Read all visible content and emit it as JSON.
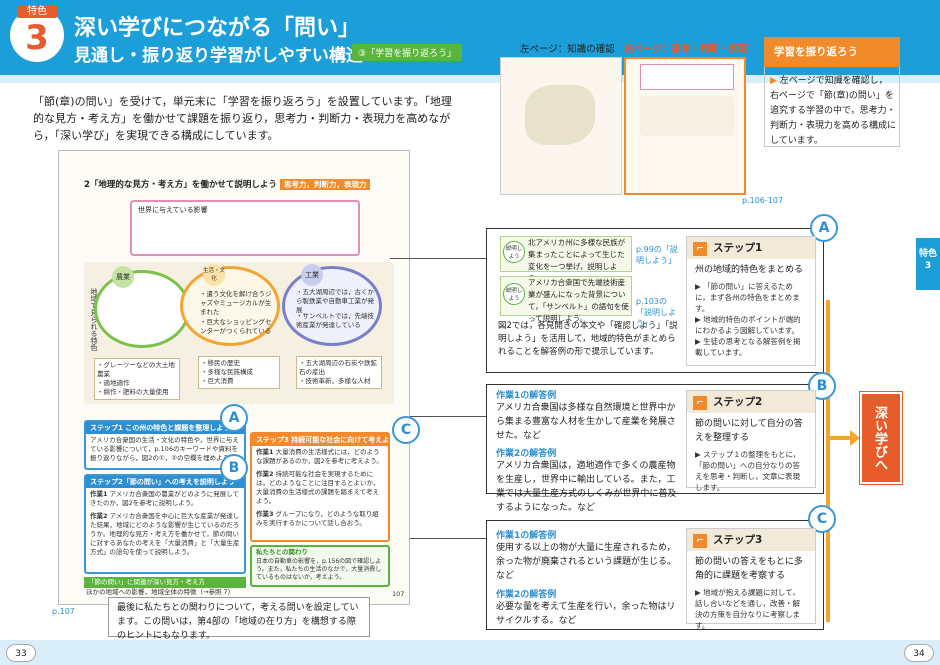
{
  "header": {
    "feature_label": "特色",
    "feature_number": "3",
    "title": "深い学びにつながる「問い」",
    "subtitle": "見通し・振り返り学習がしやすい構造",
    "tag": "③「学習を振り返ろう」"
  },
  "intro": "「節(章)の問い」を受けて，単元末に「学習を振り返ろう」を設置しています。「地理的な見方・考え方」を働かせて課題を振り返り，思考力・判断力・表現力を高めながら，「深い学び」を実現できる構成にしています。",
  "left_spread": {
    "bar_title": "2「地理的な見方・考え方」を働かせて説明しよう",
    "bar_tags": [
      "思考力，判断力，表現力"
    ],
    "pink_box": "世界に与えている影響",
    "diagram_labels": [
      "農業",
      "生活・文化",
      "工業"
    ],
    "side_label": "地域で見られる特色",
    "diagram_notes": [
      "・遣う文化を解け合うジャズやミュージカルが生まれた",
      "・巨大なショッピングセンターがつくられている",
      "・五大湖周辺では，古くから製鉄業や自動車工業が発展",
      "・サンベルトでは，先端技術産業が発達している"
    ],
    "lower_notes": [
      "・グレーツーなどの大土地農業",
      "・適地適作",
      "・綿作・肥料の大量使用"
    ],
    "lower_mid_notes": [
      "・移民の歴史",
      "・多様な民族構成",
      "・巨大消費"
    ],
    "lower_right_notes": [
      "・五大湖周辺の石炭や鉄鉱石の産出",
      "・技術革新，多様な人材"
    ],
    "step1_head": "ステップ1 この州の特色と課題を整理しよう",
    "step1_text": "アメリカ合衆国の生活・文化の特色や，世界に与えている影響について，p.106のキーワードや資料を振り返りながら，図2の①，②の空欄を埋めよう。",
    "step2_head": "ステップ2「節の問い」への考えを説明しよう",
    "step2_items": [
      {
        "label": "作業1",
        "text": "アメリカ合衆国の農業がどのように発展してきたのか，図2を参考に説明しよう。"
      },
      {
        "label": "作業2",
        "text": "アメリカ合衆国を中心に巨大な産業が発達した結果，地域にどのような影響が生じているのだろうか。地理的な見方・考え方を働かせて，節の問いに対するあなたの考えを「大量消費」と「大量生産方式」の語句を使って説明しよう。"
      }
    ],
    "step3_head": "ステップ3 持続可能な社会に向けて考えよう",
    "step3_items": [
      {
        "label": "作業1",
        "text": "大量消費の生活様式には，どのような課題があるのか，図2を参考に考えよう。"
      },
      {
        "label": "作業2",
        "text": "持続可能な社会を実現するためには，どのようなことに注目するとよいか，大量消費の生活様式の課題を踏まえて考えよう。"
      },
      {
        "label": "作業3",
        "text": "グループになり，どのような取り組みを実行するかについて話し合おう。"
      }
    ],
    "relation_head": "私たちとの関わり",
    "relation_text": "日本の自動車の影響を，p.156の図で確認しよう。また，私たちの生活のなかで，大量消費しているものはないか，考えよう。",
    "bottom_bar": "「節の問い」に関連が深い見方・考え方",
    "bottom_bar2": "ほかの地域への影響，地域全体の特徴（→参照 7）",
    "page_ref": "p.107",
    "page_num_inner": "107",
    "circles": [
      "A",
      "B",
      "C"
    ]
  },
  "note": "最後に私たちとの関わりについて，考える問いを設定しています。この問いは，第4部の「地域の在り方」を構想する際のヒントにもなります。",
  "thumbs": {
    "left_caption": "左ページ：知識の確認",
    "right_caption": "右ページ：思考・判断・表現",
    "page_ref": "p.106-107"
  },
  "review": {
    "title": "学習を振り返ろう",
    "body": "左ページで知識を確認し，右ページで「節(章)の問い」を追究する学習の中で，思考力・判断力・表現力を高める構成にしています。"
  },
  "row_a": {
    "circle": "A",
    "q1_badge": "説明しよう",
    "q1_text": "北アメリカ州に多様な民族が集まったことによって生じた変化を一つ挙げ，説明しよう。",
    "q1_ref": "p.99の「説明しよう」",
    "q2_badge": "説明しよう",
    "q2_text": "アメリカ合衆国で先端技術産業が盛んになった背景について，「サンベルト」の語句を使って説明しよう。",
    "q2_ref": "p.103の「説明しよう」",
    "summary": "図2では，各見開きの本文や「確認しよう」「説明しよう」を活用して，地域的特色がまとめられることを解答例の形で提示しています。",
    "step_title": "ステップ1",
    "step_body": "州の地域的特色をまとめる",
    "step_notes": [
      "「節の問い」に答えるために，まず各州の特色をまとめます。",
      "地域的特色のポイントが端的にわかるよう図解しています。",
      "生徒の思考となる解答例を掲載しています。"
    ]
  },
  "row_b": {
    "circle": "B",
    "ex1_label": "作業1の解答例",
    "ex1_text": "アメリカ合衆国は多様な自然環境と世界中から集まる豊富な人材を生かして産業を発展させた。など",
    "ex2_label": "作業2の解答例",
    "ex2_text": "アメリカ合衆国は，適地適作で多くの農産物を生産し，世界中に輸出している。また，工業では大量生産方式のしくみが世界中に普及するようになった。など",
    "step_title": "ステップ2",
    "step_body": "節の問いに対して自分の答えを整理する",
    "step_notes": [
      "ステップ１の整理をもとに，「節の問い」への自分なりの答えを思考・判断し，文章に表現します。"
    ]
  },
  "row_c": {
    "circle": "C",
    "ex1_label": "作業1の解答例",
    "ex1_text": "使用する以上の物が大量に生産されるため，余った物が廃棄されるという課題が生じる。など",
    "ex2_label": "作業2の解答例",
    "ex2_text": "必要な量を考えて生産を行い，余った物はリサイクルする。など",
    "step_title": "ステップ3",
    "step_body": "節の問いの答えをもとに多角的に課題を考察する",
    "step_notes": [
      "地域が抱える課題に対して，話し合いなどを通し，改善・解決の方策を自分なりに考察します。"
    ]
  },
  "deep_label": "深い学びへ",
  "side_tab": {
    "label": "特色",
    "num": "3"
  },
  "page_numbers": {
    "left": "33",
    "right": "34"
  }
}
